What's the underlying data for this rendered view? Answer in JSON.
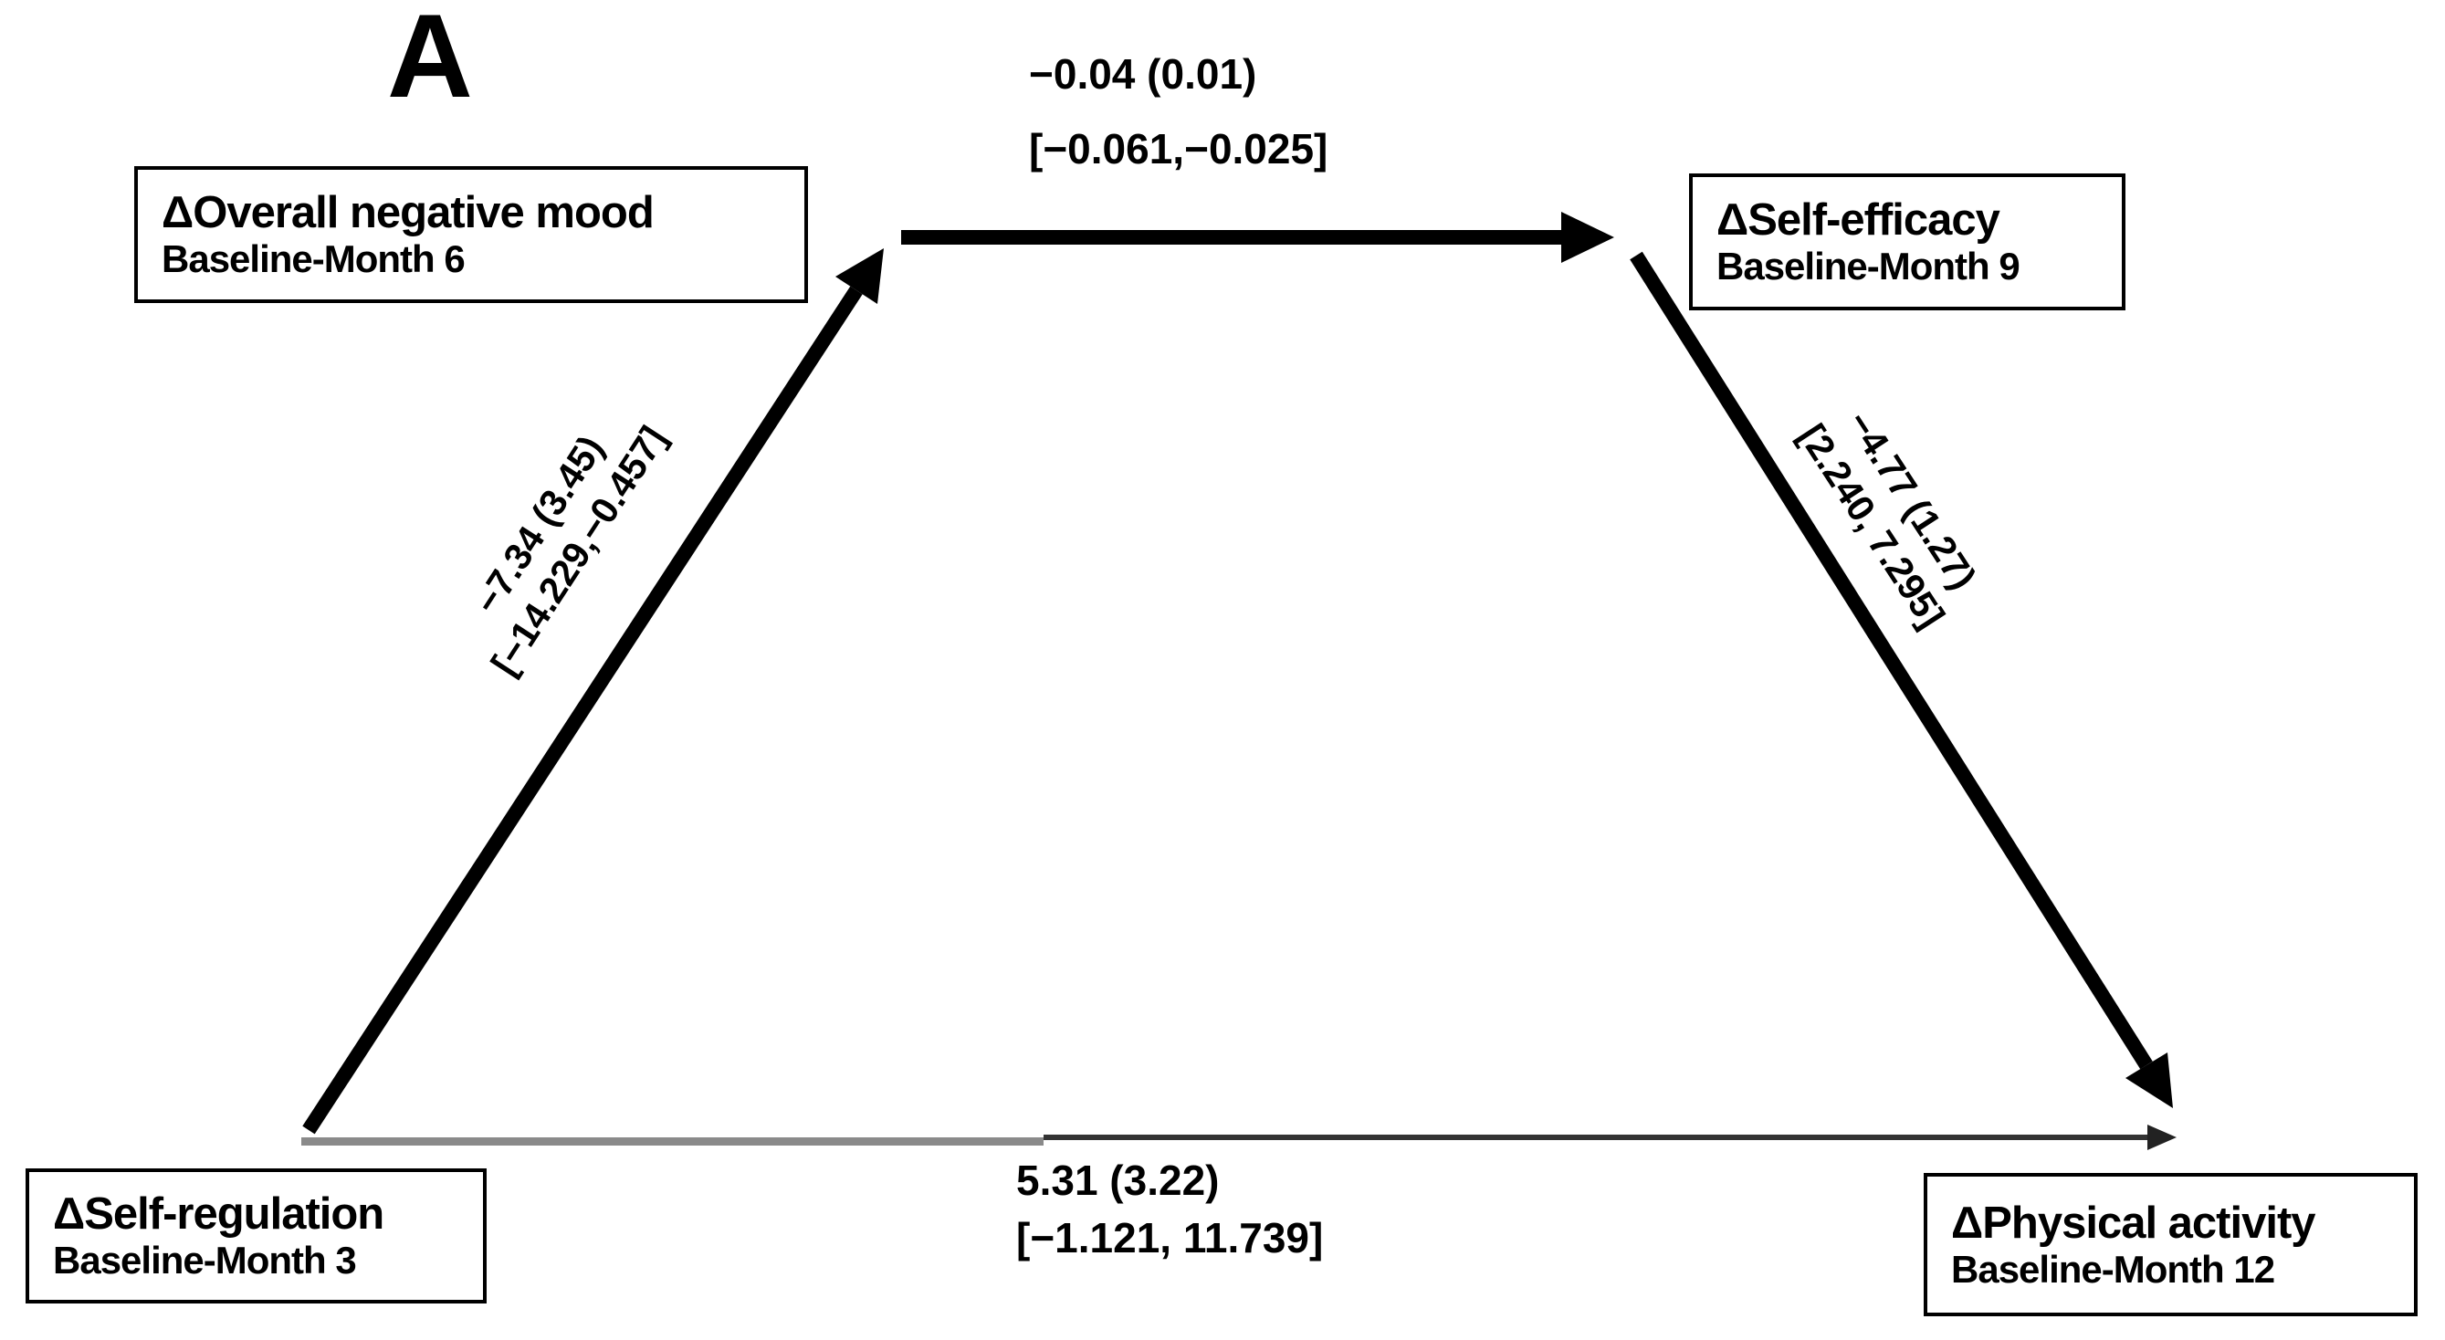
{
  "panel": {
    "label": "A"
  },
  "boxes": {
    "mood": {
      "title": "ΔOverall negative mood",
      "subtitle": "Baseline-Month 6"
    },
    "efficacy": {
      "title": "ΔSelf-efficacy",
      "subtitle": "Baseline-Month 9"
    },
    "selfreg": {
      "title": "ΔSelf-regulation",
      "subtitle": "Baseline-Month 3"
    },
    "physact": {
      "title": "ΔPhysical activity",
      "subtitle": "Baseline-Month 12"
    }
  },
  "paths": {
    "selfreg_to_mood": {
      "estimate": "−7.34 (3.45)",
      "ci": "[−14.229,−0.457]"
    },
    "mood_to_efficacy": {
      "estimate": "−0.04 (0.01)",
      "ci": "[−0.061,−0.025]"
    },
    "efficacy_to_physact": {
      "estimate": "−4.77 (1.27)",
      "ci": "[2.240, 7.295]"
    },
    "selfreg_to_physact": {
      "estimate": "5.31 (3.22)",
      "ci": "[−1.121, 11.739]"
    }
  },
  "colors": {
    "arrow_black": "#000000",
    "direct_line_gray": "#8a8a8a",
    "direct_line_dark": "#333333",
    "small_arrowhead": "#222222"
  }
}
